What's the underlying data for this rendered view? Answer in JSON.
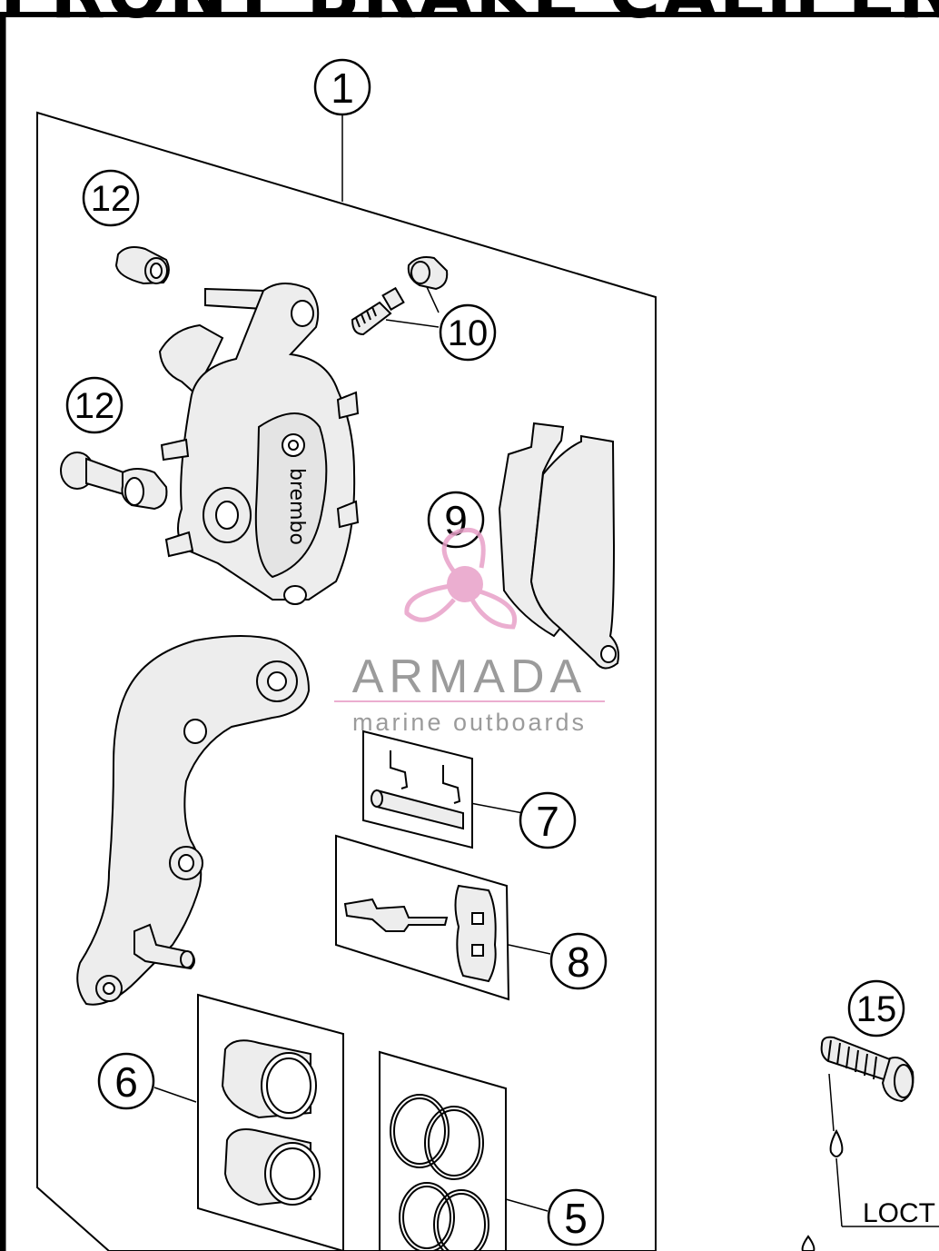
{
  "header": {
    "title": "FRONT BRAKE CALIPER"
  },
  "callouts": [
    {
      "label": "1"
    },
    {
      "label": "12"
    },
    {
      "label": "10"
    },
    {
      "label": "12"
    },
    {
      "label": "9"
    },
    {
      "label": "7"
    },
    {
      "label": "8"
    },
    {
      "label": "6"
    },
    {
      "label": "5"
    },
    {
      "label": "15"
    }
  ],
  "caliper": {
    "brand_text": "brembo"
  },
  "note": {
    "label": "LOCT"
  },
  "watermark": {
    "brand": "ARMADA",
    "tagline": "marine outboards",
    "color": "#e8a0c8"
  },
  "colors": {
    "line": "#000000",
    "part_fill": "#ededed",
    "bg": "#ffffff"
  }
}
